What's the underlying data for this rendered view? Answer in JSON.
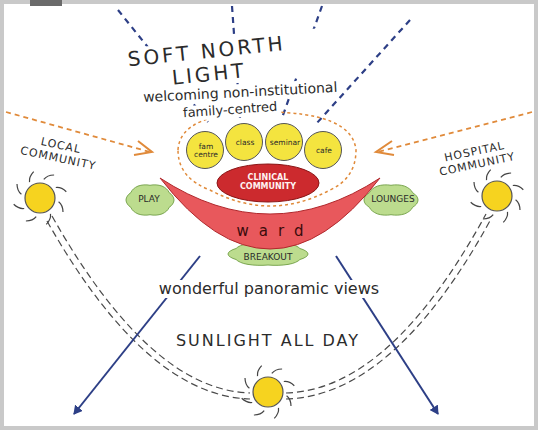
{
  "diagram": {
    "nodes": [
      {
        "text": [
          "fam centre"
        ]
      },
      {
        "text": [
          "class"
        ]
      },
      {
        "text": [
          "seminar"
        ]
      },
      {
        "text": [
          "cafe"
        ]
      },
      {
        "text": [
          "CLINICAL COMMUNITY"
        ]
      },
      {
        "text": [
          "PLAY"
        ]
      },
      {
        "text": [
          "ward"
        ]
      },
      {
        "text": [
          "BREAKOUT"
        ]
      },
      {
        "text": [
          "LOUNGES"
        ]
      }
    ],
    "labels": [
      "SOFT NORTH LIGHT",
      "welcoming non-institutional",
      "family-centred",
      "LOCAL COMMUNITY",
      "HOSPITAL COMMUNITY",
      "wonderful panoramic views",
      "SUNLIGHT ALL DAY"
    ]
  }
}
